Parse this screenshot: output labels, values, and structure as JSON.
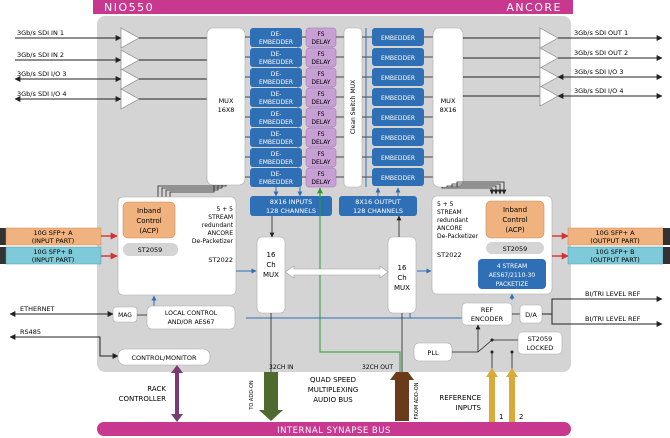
{
  "header": {
    "model": "NIO550",
    "brand": "ANCORE"
  },
  "inputs": [
    "3Gb/s SDI IN 1",
    "3Gb/s SDI IN 2",
    "3Gb/s SDI I/O 3",
    "3Gb/s SDI I/O 4"
  ],
  "outputs": [
    "3Gb/s SDI OUT 1",
    "3Gb/s SDI OUT 2",
    "3Gb/s SDI I/O 3",
    "3Gb/s SDI I/O 4"
  ],
  "mux_left": {
    "l1": "MUX",
    "l2": "16X8"
  },
  "mux_right": {
    "l1": "MUX",
    "l2": "8X16"
  },
  "deembedder": {
    "l1": "DE-",
    "l2": "EMBEDDER"
  },
  "fs_delay": {
    "l1": "FS",
    "l2": "DELAY"
  },
  "embedder": "EMBEDDER",
  "clean_switch": "Clean Switch MUX",
  "sfp_in": [
    {
      "l1": "10G SFP+ A",
      "l2": "(INPUT PART)"
    },
    {
      "l1": "10G SFP+ B",
      "l2": "(INPUT PART)"
    }
  ],
  "sfp_out": [
    {
      "l1": "10G SFP+ A",
      "l2": "(OUTPUT PART)"
    },
    {
      "l1": "10G SFP+ B",
      "l2": "(OUTPUT PART)"
    }
  ],
  "left_block": {
    "inband": [
      "Inband",
      "Control",
      "(ACP)"
    ],
    "stream": [
      "5 + 5",
      "STREAM",
      "redundant",
      "ANCORE",
      "De-Packetizer"
    ],
    "st2059": "ST2059",
    "st2022": "ST2022"
  },
  "right_block": {
    "stream": [
      "5 + 5",
      "STREAM",
      "redundant",
      "ANCORE",
      "De-Packetizer"
    ],
    "inband": [
      "Inband",
      "Control",
      "(ACP)"
    ],
    "st2059": "ST2059",
    "st2022": "ST2022",
    "packetize": [
      "4 STREAM",
      "AES67/2110-30",
      "PACKETIZE"
    ]
  },
  "inputs_bar": {
    "l1": "8X16 INPUTS",
    "l2": "128 CHANNELS"
  },
  "outputs_bar": {
    "l1": "8X16 OUTPUT",
    "l2": "128 CHANNELS"
  },
  "ch_mux": {
    "l1": "16",
    "l2": "Ch",
    "l3": "MUX"
  },
  "ethernet": "ETHERNET",
  "mag": "MAG",
  "local_control": {
    "l1": "LOCAL CONTROL",
    "l2": "AND/OR AES67"
  },
  "rs485": "RS485",
  "control_monitor": "CONTROL/MONITOR",
  "rack_controller": {
    "l1": "RACK",
    "l2": "CONTROLLER"
  },
  "ch32_in": "32CH IN",
  "ch32_out": "32CH OUT",
  "to_addon": "TO ADD-ON",
  "from_addon": "FROM ADD-ON",
  "quad_speed": {
    "l1": "QUAD SPEED",
    "l2": "MULTIPLEXING",
    "l3": "AUDIO BUS"
  },
  "bi_tri": [
    "BI/TRI LEVEL REF",
    "BI/TRI LEVEL REF"
  ],
  "ref_encoder": {
    "l1": "REF",
    "l2": "ENCODER"
  },
  "da": "D/A",
  "pll": "PLL",
  "st2059_locked": {
    "l1": "ST2059",
    "l2": "LOCKED"
  },
  "reference_inputs": {
    "l1": "REFERENCE",
    "l2": "INPUTS",
    "n1": "1",
    "n2": "2"
  },
  "synapse_bus": "INTERNAL SYNAPSE BUS",
  "colors": {
    "magenta": "#c8388f",
    "panel": "#d4d4d4",
    "blue": "#2f6fb5",
    "purple": "#c8a0d6",
    "orange": "#f0b27e",
    "green": "#2d9a3a",
    "red": "#d63030",
    "olive": "#4e6a2e",
    "brown": "#6a3a1a",
    "violet": "#7a3a72",
    "gold": "#d9a93a",
    "sfp_blue": "#7fcad8"
  }
}
